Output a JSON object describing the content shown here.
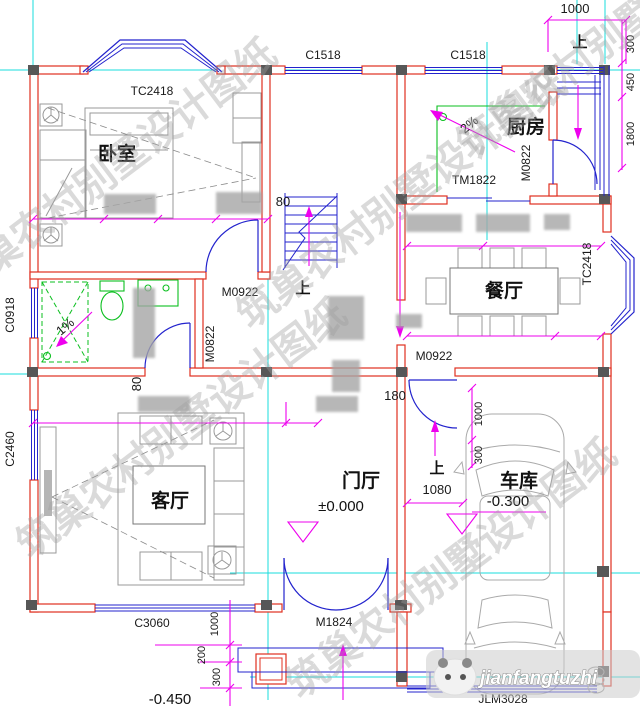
{
  "watermark": {
    "text": "筑巢农村别墅设计图纸",
    "brand": "jianfangtuzhi"
  },
  "rooms": {
    "bedroom": "卧室",
    "kitchen": "厨房",
    "dining": "餐厅",
    "living": "客厅",
    "hall": "门厅",
    "garage": "车库"
  },
  "openings": {
    "tc2418_top": "TC2418",
    "tc2418_right": "TC2418",
    "c1518_left": "C1518",
    "c1518_right": "C1518",
    "c0918": "C0918",
    "c2460": "C2460",
    "c3060": "C3060",
    "m0922_bedroom": "M0922",
    "m0922_dining": "M0922",
    "m0822_bath": "M0822",
    "m0822_kitchen": "M0822",
    "tm1822": "TM1822",
    "m1824": "M1824",
    "jlm3028": "JLM3028"
  },
  "levels": {
    "hall": "±0.000",
    "garage": "-0.300",
    "outdoor": "-0.450"
  },
  "slopes": {
    "kitchen": "2%",
    "bath": "1%"
  },
  "stairs": {
    "up": "上"
  },
  "dims": {
    "top_right": "1000",
    "right_1": "300",
    "right_2": "450",
    "right_3": "1800",
    "stairs_80": "80",
    "bath_80": "80",
    "center_180": "180",
    "hall_1080": "1080",
    "garage_1000": "1000",
    "garage_300": "300",
    "bottom_1000": "1000",
    "bottom_200": "200",
    "bottom_300": "300"
  },
  "colors": {
    "wall": "#e03020",
    "opening": "#2323cd",
    "dimension": "#ee00ee",
    "axis": "#19dcdc",
    "fixture": "#0bbf1f",
    "column": "#575757",
    "watermark": "#9f9f9f"
  }
}
